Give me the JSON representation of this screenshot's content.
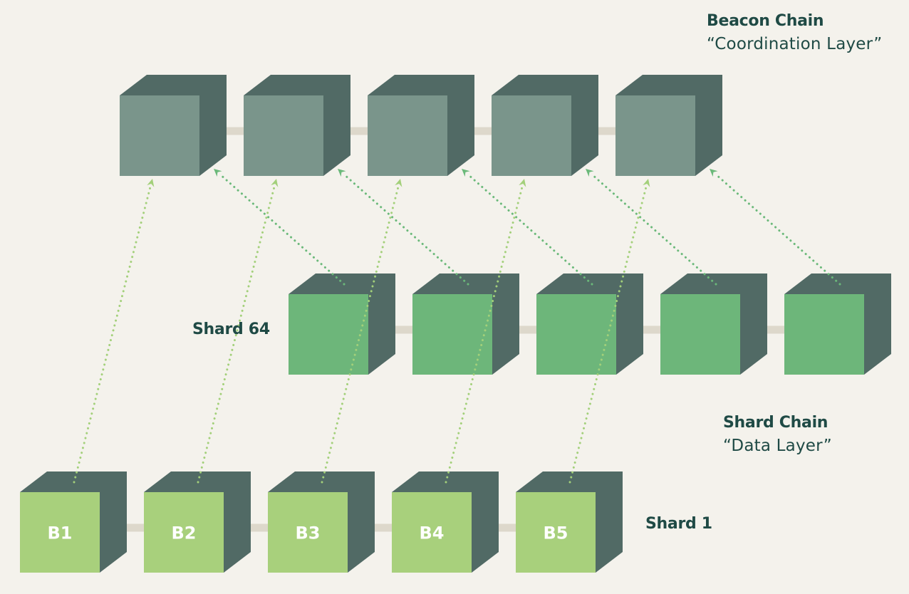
{
  "labels": {
    "beacon_title": "Beacon Chain",
    "beacon_subtitle": "“Coordination Layer”",
    "shardchain_title": "Shard Chain",
    "shardchain_subtitle": "“Data Layer”",
    "shard64": "Shard 64",
    "shard1": "Shard 1"
  },
  "colors": {
    "background": "#f4f2ec",
    "cube_side": "#516a65",
    "beacon_face": "#7a958b",
    "shard64_face": "#6db67a",
    "shard1_face": "#a8d07c",
    "connector": "#ddd8cb",
    "arrow_light": "#a3d07a",
    "arrow_mid": "#6bb97a",
    "text": "#1f4a45",
    "block_text": "#ffffff"
  },
  "chains": [
    {
      "id": "beacon",
      "name": "Beacon Chain",
      "face_color_key": "beacon_face",
      "blocks": [
        "",
        "",
        "",
        "",
        ""
      ]
    },
    {
      "id": "shard64",
      "name": "Shard 64",
      "face_color_key": "shard64_face",
      "blocks": [
        "",
        "",
        "",
        "",
        ""
      ]
    },
    {
      "id": "shard1",
      "name": "Shard 1",
      "face_color_key": "shard1_face",
      "blocks": [
        "B1",
        "B2",
        "B3",
        "B4",
        "B5"
      ]
    }
  ],
  "links": [
    {
      "from_chain": "shard1",
      "from_block": 0,
      "to_chain": "beacon",
      "to_block": 0,
      "color_key": "arrow_light"
    },
    {
      "from_chain": "shard1",
      "from_block": 1,
      "to_chain": "beacon",
      "to_block": 1,
      "color_key": "arrow_light"
    },
    {
      "from_chain": "shard1",
      "from_block": 2,
      "to_chain": "beacon",
      "to_block": 2,
      "color_key": "arrow_light"
    },
    {
      "from_chain": "shard1",
      "from_block": 3,
      "to_chain": "beacon",
      "to_block": 3,
      "color_key": "arrow_light"
    },
    {
      "from_chain": "shard1",
      "from_block": 4,
      "to_chain": "beacon",
      "to_block": 4,
      "color_key": "arrow_light"
    },
    {
      "from_chain": "shard64",
      "from_block": 0,
      "to_chain": "beacon",
      "to_block": 0,
      "color_key": "arrow_mid"
    },
    {
      "from_chain": "shard64",
      "from_block": 1,
      "to_chain": "beacon",
      "to_block": 1,
      "color_key": "arrow_mid"
    },
    {
      "from_chain": "shard64",
      "from_block": 2,
      "to_chain": "beacon",
      "to_block": 2,
      "color_key": "arrow_mid"
    },
    {
      "from_chain": "shard64",
      "from_block": 3,
      "to_chain": "beacon",
      "to_block": 3,
      "color_key": "arrow_mid"
    },
    {
      "from_chain": "shard64",
      "from_block": 4,
      "to_chain": "beacon",
      "to_block": 4,
      "color_key": "arrow_mid"
    }
  ]
}
